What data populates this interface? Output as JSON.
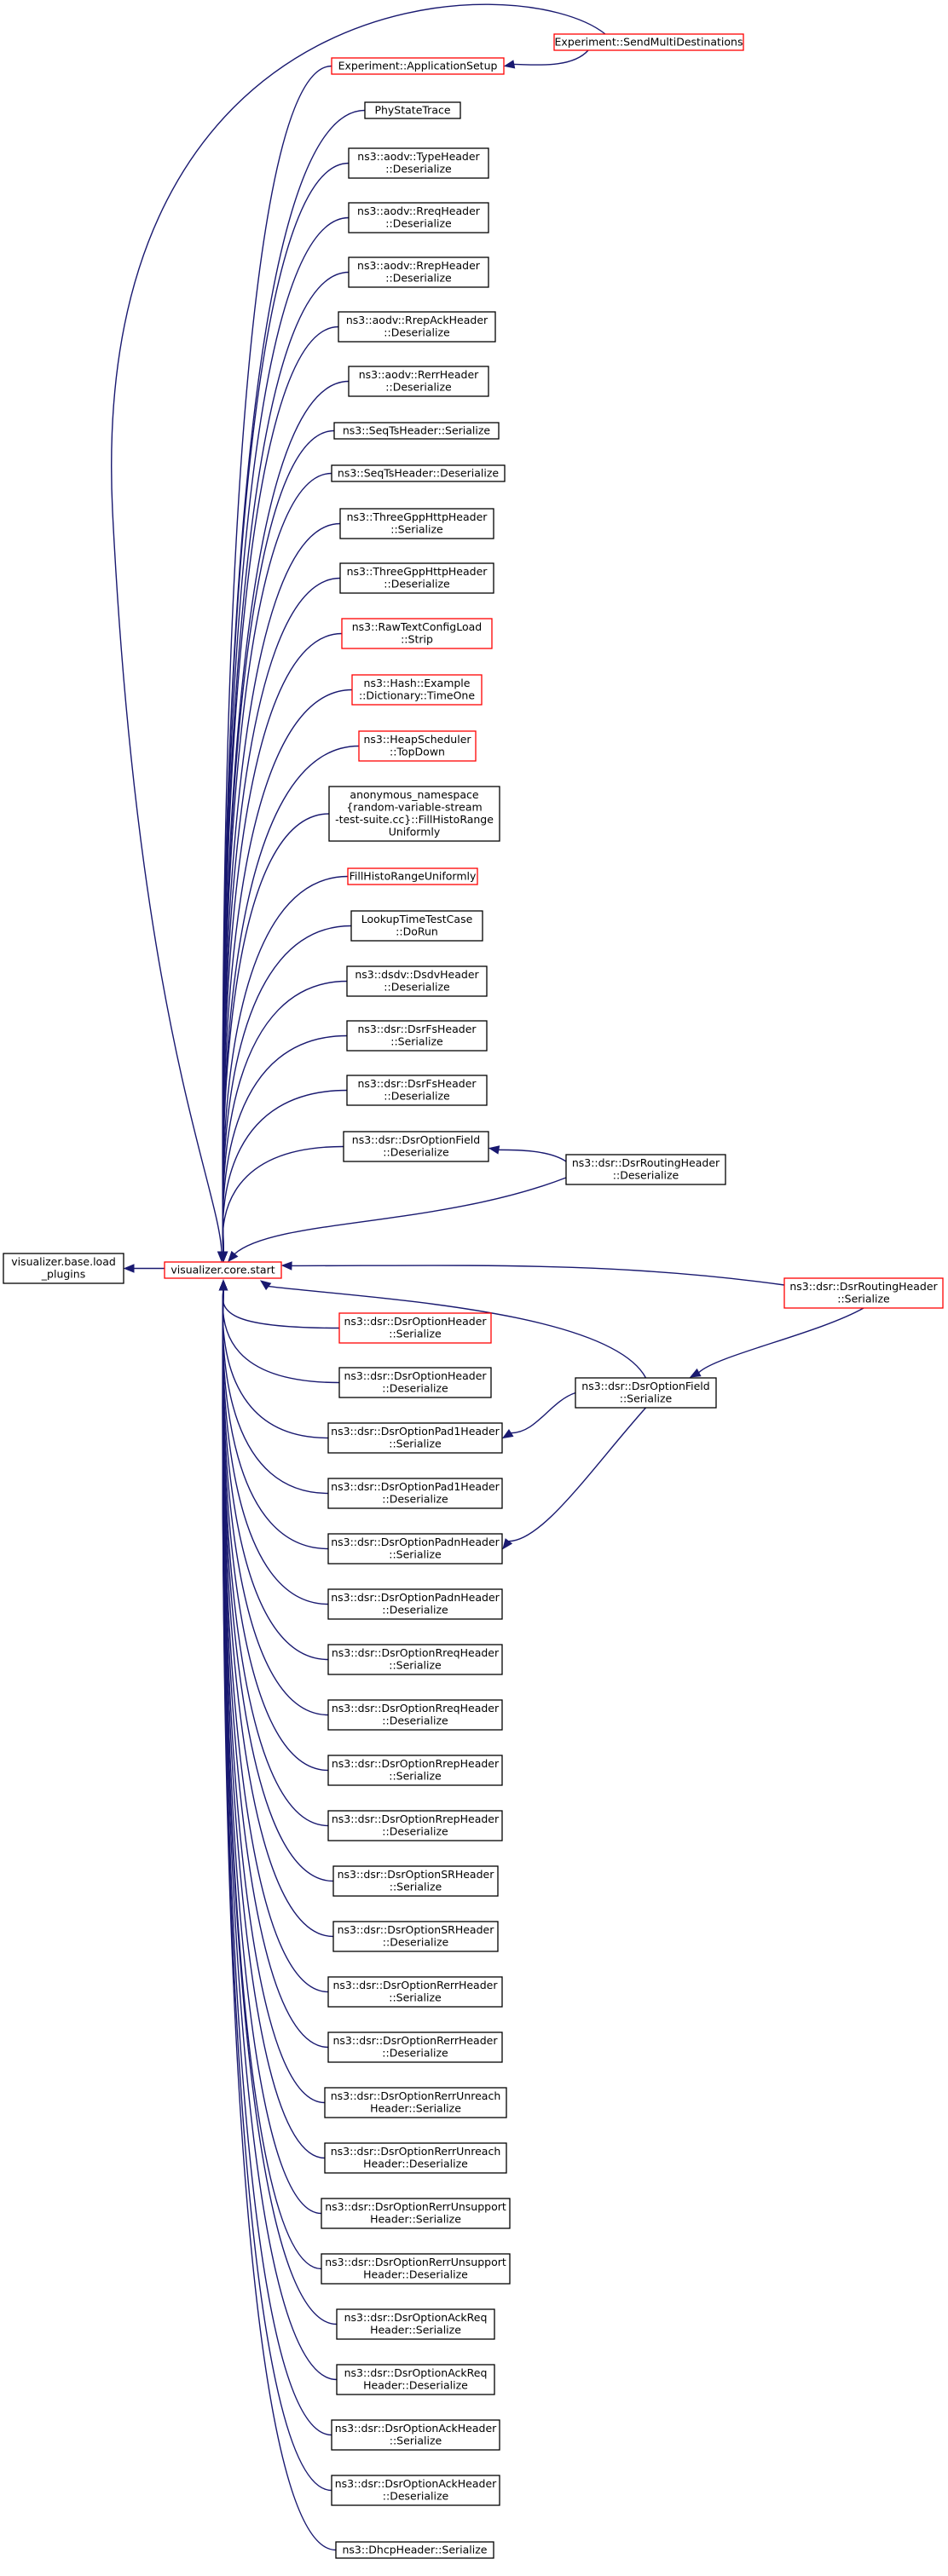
{
  "colors": {
    "edge": "#191970",
    "node_border": "#000000",
    "node_border_truncated": "#ff0000",
    "root_fill": "#bfbfbf",
    "node_fill": "#ffffff"
  },
  "root": {
    "lines": [
      "visualizer.base.load",
      "_plugins"
    ]
  },
  "center": {
    "lines": [
      "visualizer.core.start"
    ]
  },
  "callers": [
    {
      "lines": [
        "Experiment::ApplicationSetup"
      ],
      "truncated": true
    },
    {
      "lines": [
        "PhyStateTrace"
      ],
      "truncated": false
    },
    {
      "lines": [
        "ns3::aodv::TypeHeader",
        "::Deserialize"
      ],
      "truncated": false
    },
    {
      "lines": [
        "ns3::aodv::RreqHeader",
        "::Deserialize"
      ],
      "truncated": false
    },
    {
      "lines": [
        "ns3::aodv::RrepHeader",
        "::Deserialize"
      ],
      "truncated": false
    },
    {
      "lines": [
        "ns3::aodv::RrepAckHeader",
        "::Deserialize"
      ],
      "truncated": false
    },
    {
      "lines": [
        "ns3::aodv::RerrHeader",
        "::Deserialize"
      ],
      "truncated": false
    },
    {
      "lines": [
        "ns3::SeqTsHeader::Serialize"
      ],
      "truncated": false
    },
    {
      "lines": [
        "ns3::SeqTsHeader::Deserialize"
      ],
      "truncated": false
    },
    {
      "lines": [
        "ns3::ThreeGppHttpHeader",
        "::Serialize"
      ],
      "truncated": false
    },
    {
      "lines": [
        "ns3::ThreeGppHttpHeader",
        "::Deserialize"
      ],
      "truncated": false
    },
    {
      "lines": [
        "ns3::RawTextConfigLoad",
        "::Strip"
      ],
      "truncated": true
    },
    {
      "lines": [
        "ns3::Hash::Example",
        "::Dictionary::TimeOne"
      ],
      "truncated": true
    },
    {
      "lines": [
        "ns3::HeapScheduler",
        "::TopDown"
      ],
      "truncated": true
    },
    {
      "lines": [
        "anonymous_namespace",
        "{random-variable-stream",
        "-test-suite.cc}::FillHistoRange",
        "Uniformly"
      ],
      "truncated": false
    },
    {
      "lines": [
        "FillHistoRangeUniformly"
      ],
      "truncated": true
    },
    {
      "lines": [
        "LookupTimeTestCase",
        "::DoRun"
      ],
      "truncated": false
    },
    {
      "lines": [
        "ns3::dsdv::DsdvHeader",
        "::Deserialize"
      ],
      "truncated": false
    },
    {
      "lines": [
        "ns3::dsr::DsrFsHeader",
        "::Serialize"
      ],
      "truncated": false
    },
    {
      "lines": [
        "ns3::dsr::DsrFsHeader",
        "::Deserialize"
      ],
      "truncated": false
    },
    {
      "lines": [
        "ns3::dsr::DsrOptionField",
        "::Deserialize"
      ],
      "truncated": false
    },
    {
      "lines": [
        "ns3::dsr::DsrOptionHeader",
        "::Serialize"
      ],
      "truncated": true
    },
    {
      "lines": [
        "ns3::dsr::DsrOptionHeader",
        "::Deserialize"
      ],
      "truncated": false
    },
    {
      "lines": [
        "ns3::dsr::DsrOptionPad1Header",
        "::Serialize"
      ],
      "truncated": false
    },
    {
      "lines": [
        "ns3::dsr::DsrOptionPad1Header",
        "::Deserialize"
      ],
      "truncated": false
    },
    {
      "lines": [
        "ns3::dsr::DsrOptionPadnHeader",
        "::Serialize"
      ],
      "truncated": false
    },
    {
      "lines": [
        "ns3::dsr::DsrOptionPadnHeader",
        "::Deserialize"
      ],
      "truncated": false
    },
    {
      "lines": [
        "ns3::dsr::DsrOptionRreqHeader",
        "::Serialize"
      ],
      "truncated": false
    },
    {
      "lines": [
        "ns3::dsr::DsrOptionRreqHeader",
        "::Deserialize"
      ],
      "truncated": false
    },
    {
      "lines": [
        "ns3::dsr::DsrOptionRrepHeader",
        "::Serialize"
      ],
      "truncated": false
    },
    {
      "lines": [
        "ns3::dsr::DsrOptionRrepHeader",
        "::Deserialize"
      ],
      "truncated": false
    },
    {
      "lines": [
        "ns3::dsr::DsrOptionSRHeader",
        "::Serialize"
      ],
      "truncated": false
    },
    {
      "lines": [
        "ns3::dsr::DsrOptionSRHeader",
        "::Deserialize"
      ],
      "truncated": false
    },
    {
      "lines": [
        "ns3::dsr::DsrOptionRerrHeader",
        "::Serialize"
      ],
      "truncated": false
    },
    {
      "lines": [
        "ns3::dsr::DsrOptionRerrHeader",
        "::Deserialize"
      ],
      "truncated": false
    },
    {
      "lines": [
        "ns3::dsr::DsrOptionRerrUnreach",
        "Header::Serialize"
      ],
      "truncated": false
    },
    {
      "lines": [
        "ns3::dsr::DsrOptionRerrUnreach",
        "Header::Deserialize"
      ],
      "truncated": false
    },
    {
      "lines": [
        "ns3::dsr::DsrOptionRerrUnsupport",
        "Header::Serialize"
      ],
      "truncated": false
    },
    {
      "lines": [
        "ns3::dsr::DsrOptionRerrUnsupport",
        "Header::Deserialize"
      ],
      "truncated": false
    },
    {
      "lines": [
        "ns3::dsr::DsrOptionAckReq",
        "Header::Serialize"
      ],
      "truncated": false
    },
    {
      "lines": [
        "ns3::dsr::DsrOptionAckReq",
        "Header::Deserialize"
      ],
      "truncated": false
    },
    {
      "lines": [
        "ns3::dsr::DsrOptionAckHeader",
        "::Serialize"
      ],
      "truncated": false
    },
    {
      "lines": [
        "ns3::dsr::DsrOptionAckHeader",
        "::Deserialize"
      ],
      "truncated": false
    },
    {
      "lines": [
        "ns3::DhcpHeader::Serialize"
      ],
      "truncated": false
    }
  ],
  "secondary_callers": [
    {
      "lines": [
        "Experiment::SendMultiDestinations"
      ],
      "truncated": true
    },
    {
      "lines": [
        "ns3::dsr::DsrRoutingHeader",
        "::Deserialize"
      ],
      "truncated": false
    },
    {
      "lines": [
        "ns3::dsr::DsrOptionField",
        "::Serialize"
      ],
      "truncated": false
    },
    {
      "lines": [
        "ns3::dsr::DsrRoutingHeader",
        "::Serialize"
      ],
      "truncated": true
    }
  ]
}
